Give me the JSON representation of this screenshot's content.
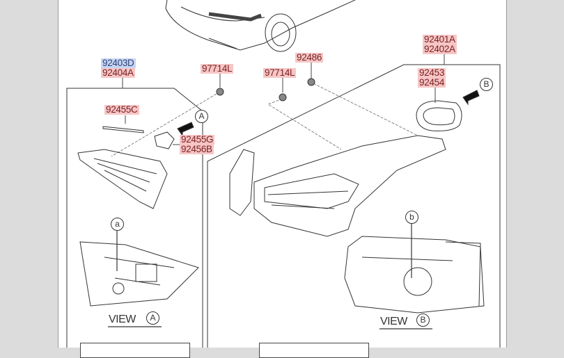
{
  "parts": {
    "inner_lamp_lh": "92403D",
    "inner_lamp_rh": "92404A",
    "screw_left": "97714L",
    "screw_right": "97714L",
    "nut": "92486",
    "outer_lamp_lh": "92401A",
    "outer_lamp_rh": "92402A",
    "gasket_lh": "92453",
    "gasket_rh": "92454",
    "trim_strip": "92455C",
    "socket_lh": "92455G",
    "socket_rh": "92456B"
  },
  "callouts": {
    "view_a_marker": "A",
    "view_b_marker": "B",
    "detail_a": "a",
    "detail_b": "b"
  },
  "views": {
    "view_a_label": "VIEW",
    "view_a_letter": "A",
    "view_b_label": "VIEW",
    "view_b_letter": "B"
  },
  "colors": {
    "part_highlight": "#f6c6c6",
    "selected_highlight": "#c6d6f2",
    "margin": "#dcdcdc"
  }
}
